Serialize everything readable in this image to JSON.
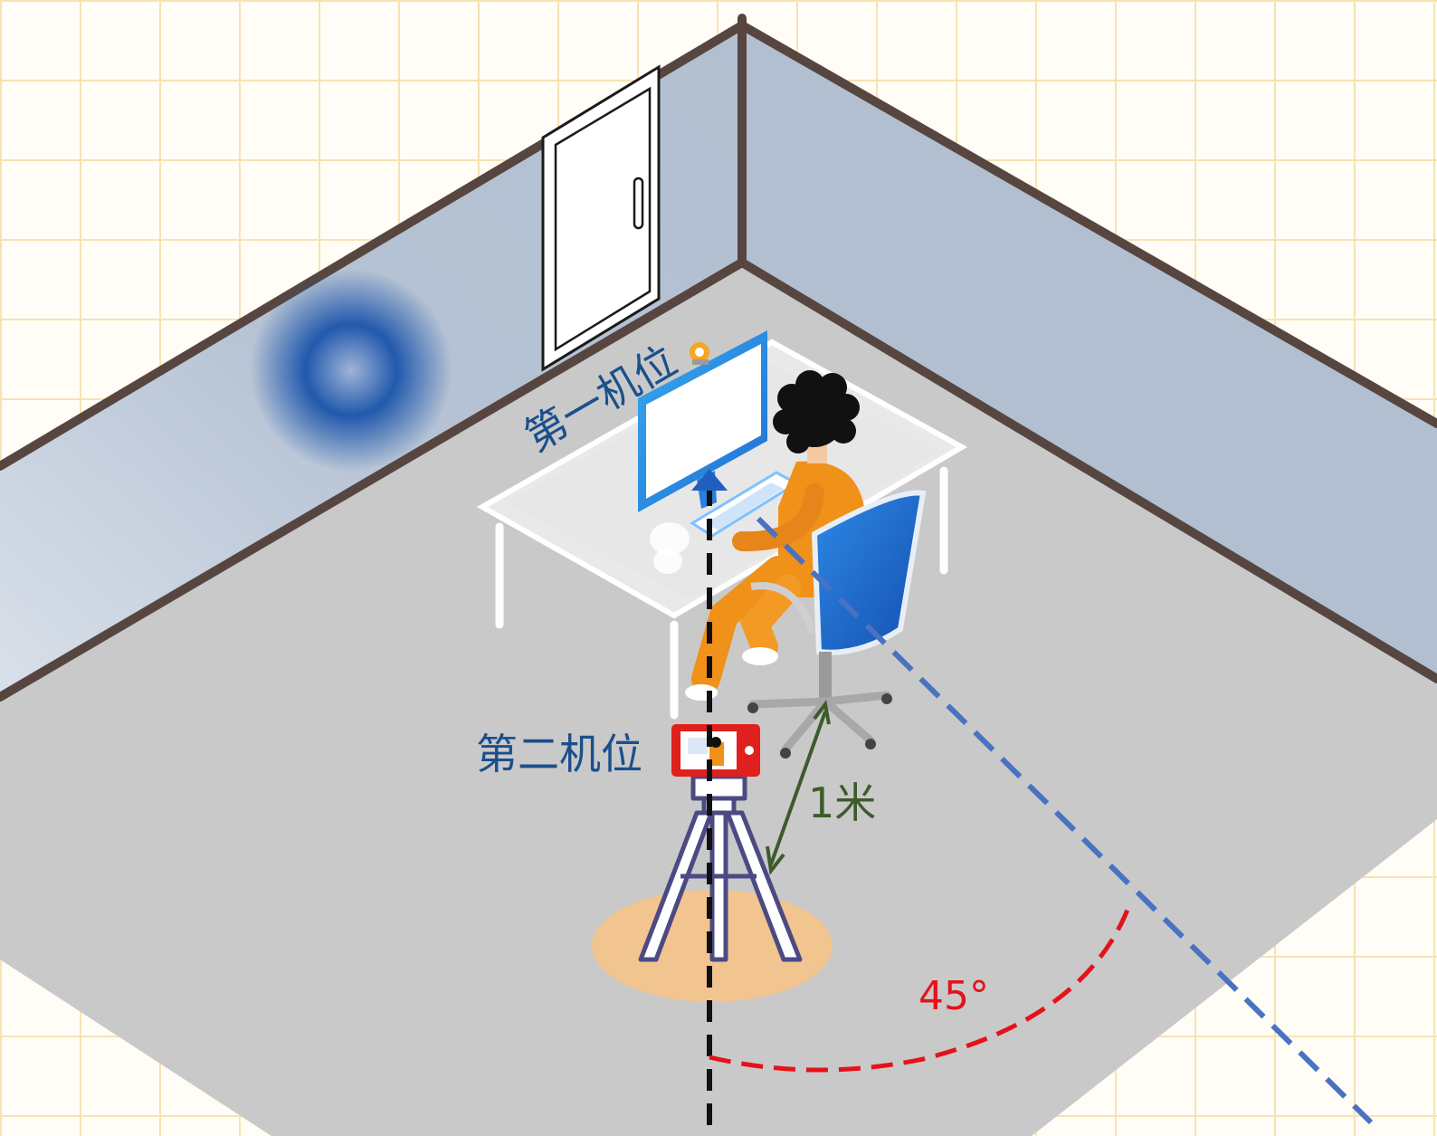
{
  "labels": {
    "camera_one": "第一机位",
    "camera_two": "第二机位",
    "distance": "1米",
    "angle": "45°"
  },
  "colors": {
    "wall": "#b2bfd0",
    "wall_edge": "#574640",
    "floor": "#c9c9c9",
    "dashed_blue": "#4a72c2",
    "dashed_black": "#111111",
    "angle_arc": "#e5121b",
    "distance_arrow": "#3d5b2c",
    "label_blue": "#1a4f8b",
    "person_orange": "#f0911a",
    "chair_blue": "#1c6bd0",
    "phone_red": "#e0201c",
    "tripod": "#4b4a83",
    "tripod_base": "#f2c48f"
  }
}
